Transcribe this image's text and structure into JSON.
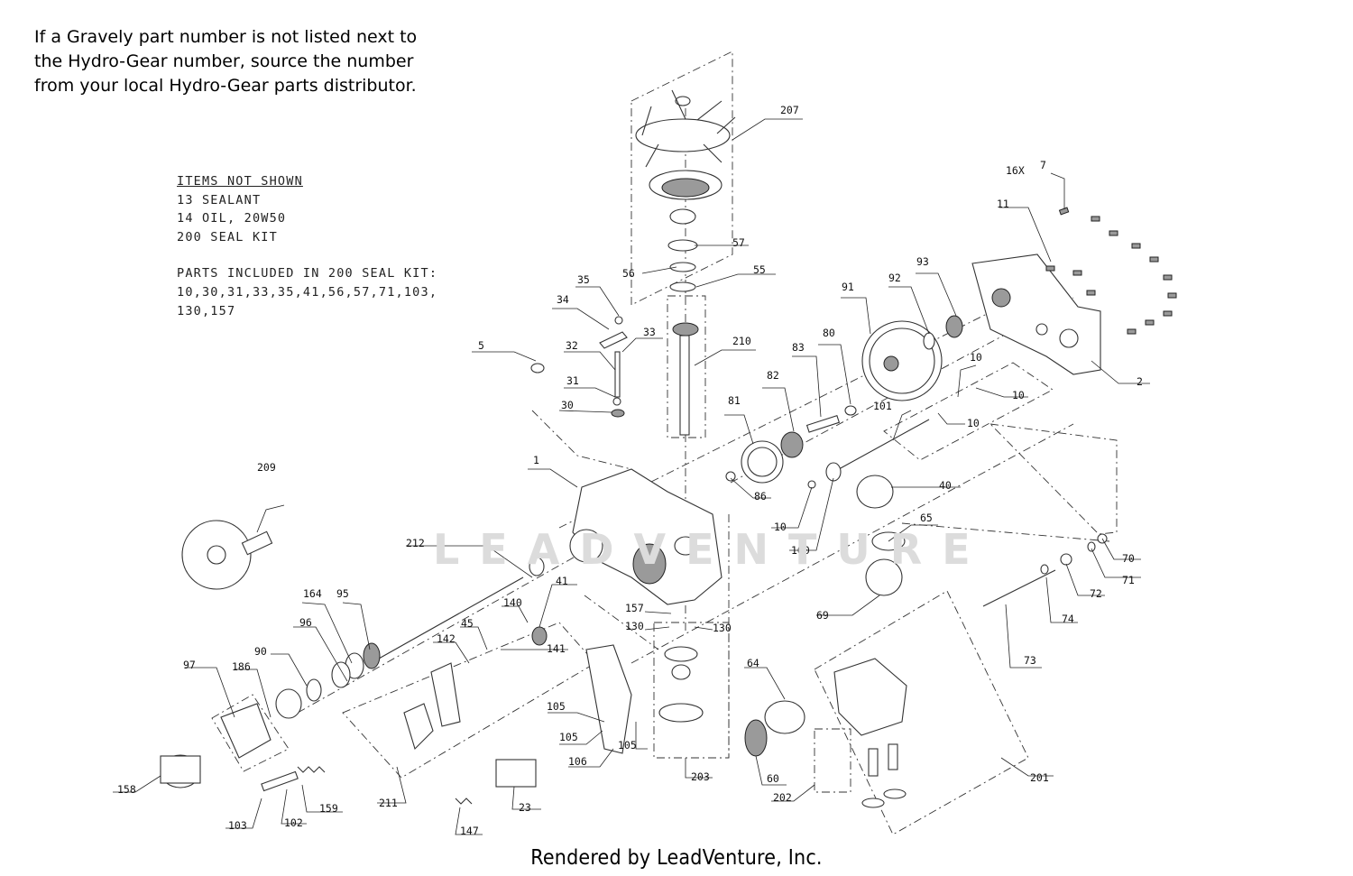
{
  "notice": {
    "line1": "If a Gravely part number is not listed next to",
    "line2": "the Hydro-Gear number, source the number",
    "line3": "from your local Hydro-Gear parts distributor."
  },
  "notes": {
    "items_not_shown_heading": "ITEMS NOT SHOWN",
    "items_not_shown": [
      "13 SEALANT",
      "14 OIL, 20W50",
      "200 SEAL KIT"
    ],
    "seal_kit_heading": "PARTS INCLUDED IN 200 SEAL KIT:",
    "seal_kit_lines": [
      "10,30,31,33,35,41,56,57,71,103,",
      "130,157"
    ]
  },
  "watermark": "LEADVENTURE",
  "footer": "Rendered by LeadVenture, Inc.",
  "callouts": [
    {
      "id": "c207",
      "text": "207"
    },
    {
      "id": "c57",
      "text": "57"
    },
    {
      "id": "c56",
      "text": "56"
    },
    {
      "id": "c55",
      "text": "55"
    },
    {
      "id": "c35",
      "text": "35"
    },
    {
      "id": "c34",
      "text": "34"
    },
    {
      "id": "c33",
      "text": "33"
    },
    {
      "id": "c32",
      "text": "32"
    },
    {
      "id": "c31",
      "text": "31"
    },
    {
      "id": "c30",
      "text": "30"
    },
    {
      "id": "c5",
      "text": "5"
    },
    {
      "id": "c210",
      "text": "210"
    },
    {
      "id": "c83",
      "text": "83"
    },
    {
      "id": "c80",
      "text": "80"
    },
    {
      "id": "c91",
      "text": "91"
    },
    {
      "id": "c92",
      "text": "92"
    },
    {
      "id": "c93",
      "text": "93"
    },
    {
      "id": "c16x",
      "text": "16X"
    },
    {
      "id": "c7",
      "text": "7"
    },
    {
      "id": "c11",
      "text": "11"
    },
    {
      "id": "c82",
      "text": "82"
    },
    {
      "id": "c81",
      "text": "81"
    },
    {
      "id": "c101",
      "text": "101"
    },
    {
      "id": "c10a",
      "text": "10"
    },
    {
      "id": "c10b",
      "text": "10"
    },
    {
      "id": "c10c",
      "text": "10"
    },
    {
      "id": "c2",
      "text": "2"
    },
    {
      "id": "c1",
      "text": "1"
    },
    {
      "id": "c209",
      "text": "209"
    },
    {
      "id": "c86",
      "text": "86"
    },
    {
      "id": "c40",
      "text": "40"
    },
    {
      "id": "c10d",
      "text": "10"
    },
    {
      "id": "c65",
      "text": "65"
    },
    {
      "id": "c100",
      "text": "100"
    },
    {
      "id": "c212",
      "text": "212"
    },
    {
      "id": "c70",
      "text": "70"
    },
    {
      "id": "c71",
      "text": "71"
    },
    {
      "id": "c72",
      "text": "72"
    },
    {
      "id": "c164",
      "text": "164"
    },
    {
      "id": "c95",
      "text": "95"
    },
    {
      "id": "c41",
      "text": "41"
    },
    {
      "id": "c140",
      "text": "140"
    },
    {
      "id": "c96",
      "text": "96"
    },
    {
      "id": "c45",
      "text": "45"
    },
    {
      "id": "c157",
      "text": "157"
    },
    {
      "id": "c130a",
      "text": "130"
    },
    {
      "id": "c130b",
      "text": "130"
    },
    {
      "id": "c69",
      "text": "69"
    },
    {
      "id": "c74",
      "text": "74"
    },
    {
      "id": "c142",
      "text": "142"
    },
    {
      "id": "c141",
      "text": "141"
    },
    {
      "id": "c90",
      "text": "90"
    },
    {
      "id": "c97",
      "text": "97"
    },
    {
      "id": "c186",
      "text": "186"
    },
    {
      "id": "c64",
      "text": "64"
    },
    {
      "id": "c73",
      "text": "73"
    },
    {
      "id": "c105a",
      "text": "105"
    },
    {
      "id": "c105b",
      "text": "105"
    },
    {
      "id": "c105c",
      "text": "105"
    },
    {
      "id": "c106",
      "text": "106"
    },
    {
      "id": "c203",
      "text": "203"
    },
    {
      "id": "c60",
      "text": "60"
    },
    {
      "id": "c202",
      "text": "202"
    },
    {
      "id": "c201",
      "text": "201"
    },
    {
      "id": "c158",
      "text": "158"
    },
    {
      "id": "c211",
      "text": "211"
    },
    {
      "id": "c159",
      "text": "159"
    },
    {
      "id": "c102",
      "text": "102"
    },
    {
      "id": "c103",
      "text": "103"
    },
    {
      "id": "c147",
      "text": "147"
    },
    {
      "id": "c23",
      "text": "23"
    }
  ]
}
